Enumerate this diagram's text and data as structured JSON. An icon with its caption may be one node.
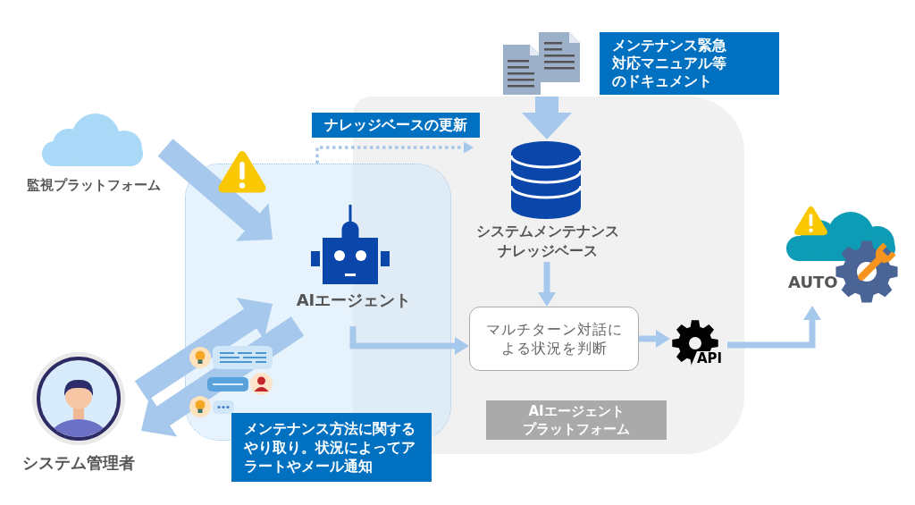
{
  "diagram": {
    "nodes": [
      {
        "text": [
          "メンテナンス緊急対応マニュアル等のドキュメント"
        ]
      },
      {
        "text": [
          "監視プラットフォーム"
        ]
      },
      {
        "text": [
          "AIエージェントプラットフォーム"
        ]
      },
      {
        "text": [],
        "shape": "box"
      },
      {
        "text": [
          "AIエージェント"
        ],
        "in": 3
      },
      {
        "text": [
          "システムメンテナンスナレッジベース"
        ],
        "in": 2
      },
      {
        "text": [
          "マルチターン対話による状況を判断"
        ],
        "in": 2
      },
      {
        "text": [
          "API"
        ],
        "in": 2
      },
      {
        "text": [
          "AUTO"
        ]
      },
      {
        "text": [
          "システム管理者"
        ]
      },
      {
        "text": [
          "メンテナンス方法に関するやり取り。状況によってアラートやメール通知"
        ]
      }
    ],
    "edges": [
      {
        "from": 1,
        "to": 4,
        "arrow": "to",
        "style": "thick"
      },
      {
        "from": 9,
        "to": 4,
        "arrow": "to",
        "style": "thick"
      },
      {
        "from": 4,
        "to": 9,
        "arrow": "to",
        "style": "thick"
      },
      {
        "from": 0,
        "to": 5,
        "arrow": "to",
        "style": "thick"
      },
      {
        "from": 3,
        "to": 5,
        "arrow": "to",
        "style": "dashed",
        "label": "ナレッジベースの更新"
      },
      {
        "from": 4,
        "to": 6,
        "arrow": "to"
      },
      {
        "from": 5,
        "to": 6,
        "arrow": "to"
      },
      {
        "from": 6,
        "to": 7,
        "arrow": "to"
      },
      {
        "from": 7,
        "to": 8,
        "arrow": "to"
      }
    ]
  }
}
